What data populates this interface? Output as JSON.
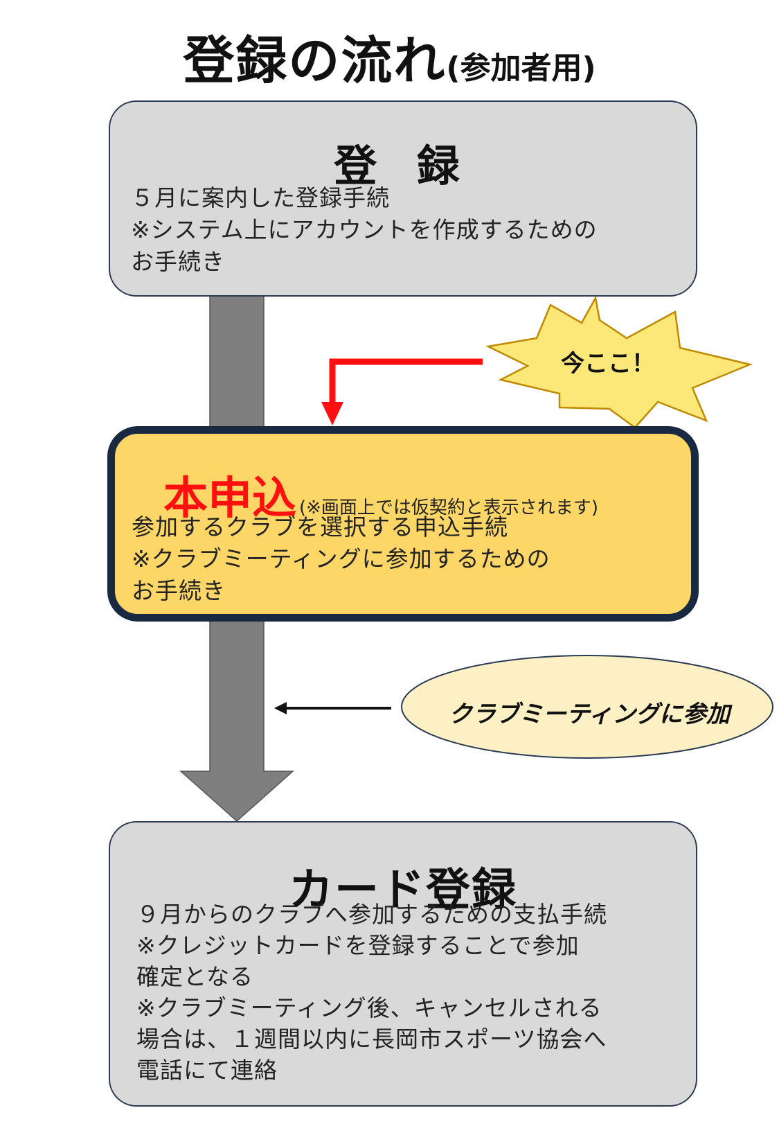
{
  "title": {
    "main": "登録の流れ",
    "sub": "(参加者用)"
  },
  "step1": {
    "heading": "登 録",
    "lines": [
      "５月に案内した登録手続",
      "※システム上にアカウントを作成するための",
      "お手続き"
    ]
  },
  "step2": {
    "heading": "本申込",
    "note": "(※画面上では仮契約と表示されます)",
    "lines": [
      "参加するクラブを選択する申込手続",
      "※クラブミーティングに参加するための",
      "お手続き"
    ]
  },
  "step3": {
    "heading": "カード登録",
    "lines": [
      "９月からのクラブへ参加するための支払手続",
      "※クレジットカードを登録することで参加",
      "確定となる",
      "※クラブミーティング後、キャンセルされる",
      "場合は、１週間以内に長岡市スポーツ協会へ",
      "電話にて連絡"
    ]
  },
  "callouts": {
    "now_here": "今ここ！",
    "club_meeting": "クラブミーティングに参加"
  },
  "colors": {
    "box_gray": "#d9d9d9",
    "box_highlight": "#fcd666",
    "highlight_border": "#1a2942",
    "red": "#ff1010",
    "arrow_gray": "#7f7f7f",
    "starburst": "#fce879",
    "ellipse": "#fdf0c4"
  }
}
